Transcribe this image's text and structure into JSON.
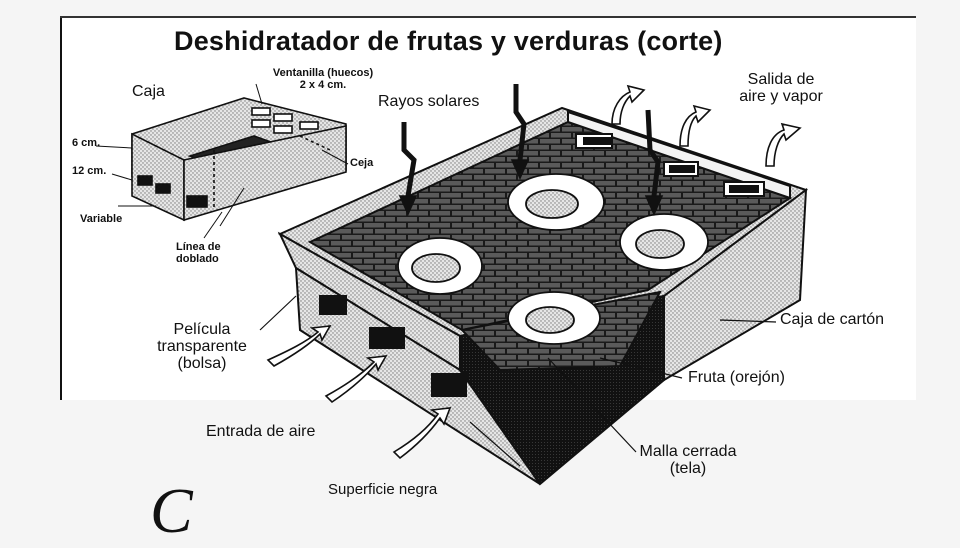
{
  "title": "Deshidratador de frutas y verduras (corte)",
  "small_box": {
    "caja": "Caja",
    "ventanilla_1": "Ventanilla (huecos)",
    "ventanilla_2": "2 x 4 cm.",
    "dim_6": "6 cm.",
    "dim_12": "12 cm.",
    "variable": "Variable",
    "ceja": "Ceja",
    "linea_1": "Línea de",
    "linea_2": "doblado"
  },
  "main": {
    "rayos": "Rayos solares",
    "salida_1": "Salida de",
    "salida_2": "aire y vapor",
    "pelicula_1": "Película",
    "pelicula_2": "transparente",
    "pelicula_3": "(bolsa)",
    "caja_carton": "Caja de cartón",
    "fruta": "Fruta (orejón)",
    "entrada": "Entrada de aire",
    "malla_1": "Malla cerrada",
    "malla_2": "(tela)",
    "superficie": "Superficie negra"
  },
  "footer_text": "C"
}
